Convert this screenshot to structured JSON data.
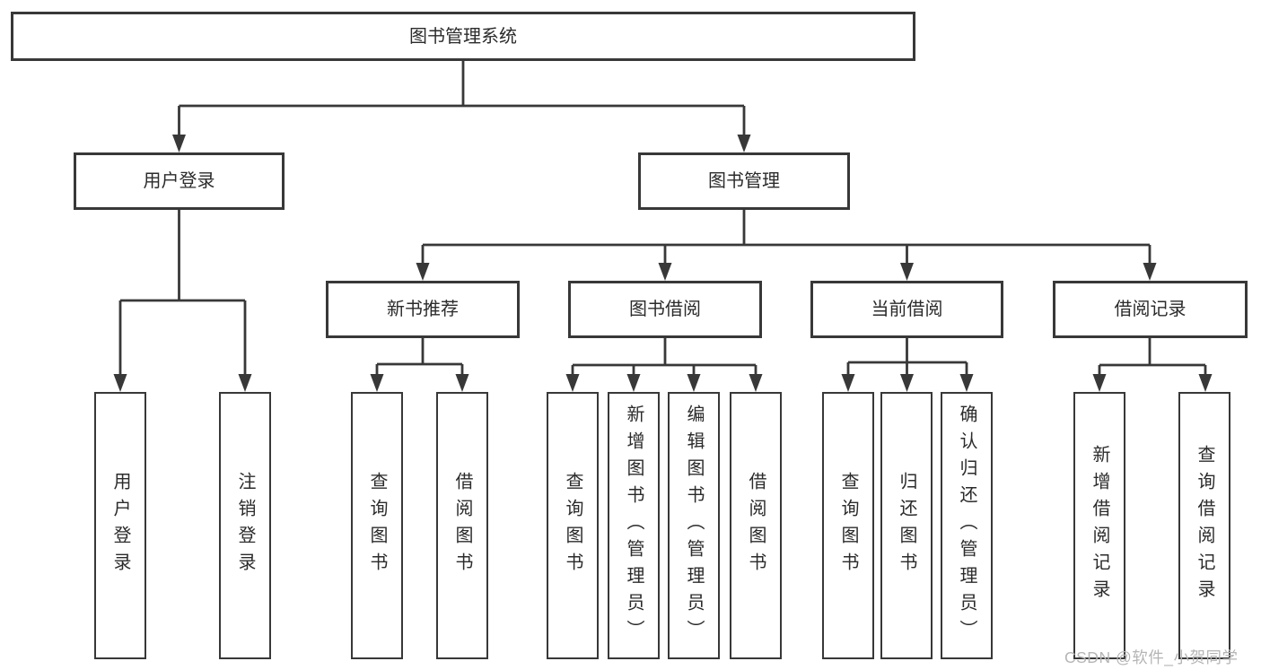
{
  "diagram": {
    "nodes": {
      "root": "图书管理系统",
      "user_login": "用户登录",
      "book_management": "图书管理",
      "new_book_recommend": "新书推荐",
      "book_borrow": "图书借阅",
      "current_borrow": "当前借阅",
      "borrow_records": "借阅记录"
    },
    "leaves": {
      "user_login": [
        "用户登录",
        "注销登录"
      ],
      "new_book_recommend": [
        "查询图书",
        "借阅图书"
      ],
      "book_borrow": [
        "查询图书",
        "新增图书（管理员）",
        "编辑图书（管理员）",
        "借阅图书"
      ],
      "current_borrow": [
        "查询图书",
        "归还图书",
        "确认归还（管理员）"
      ],
      "borrow_records": [
        "新增借阅记录",
        "查询借阅记录"
      ]
    },
    "watermark": "CSDN @软件_小贺同学",
    "colors": {
      "line": "#383838",
      "text": "#2b2b2b",
      "box_background": "#ffffff",
      "watermark": "#b5b5b5"
    }
  }
}
